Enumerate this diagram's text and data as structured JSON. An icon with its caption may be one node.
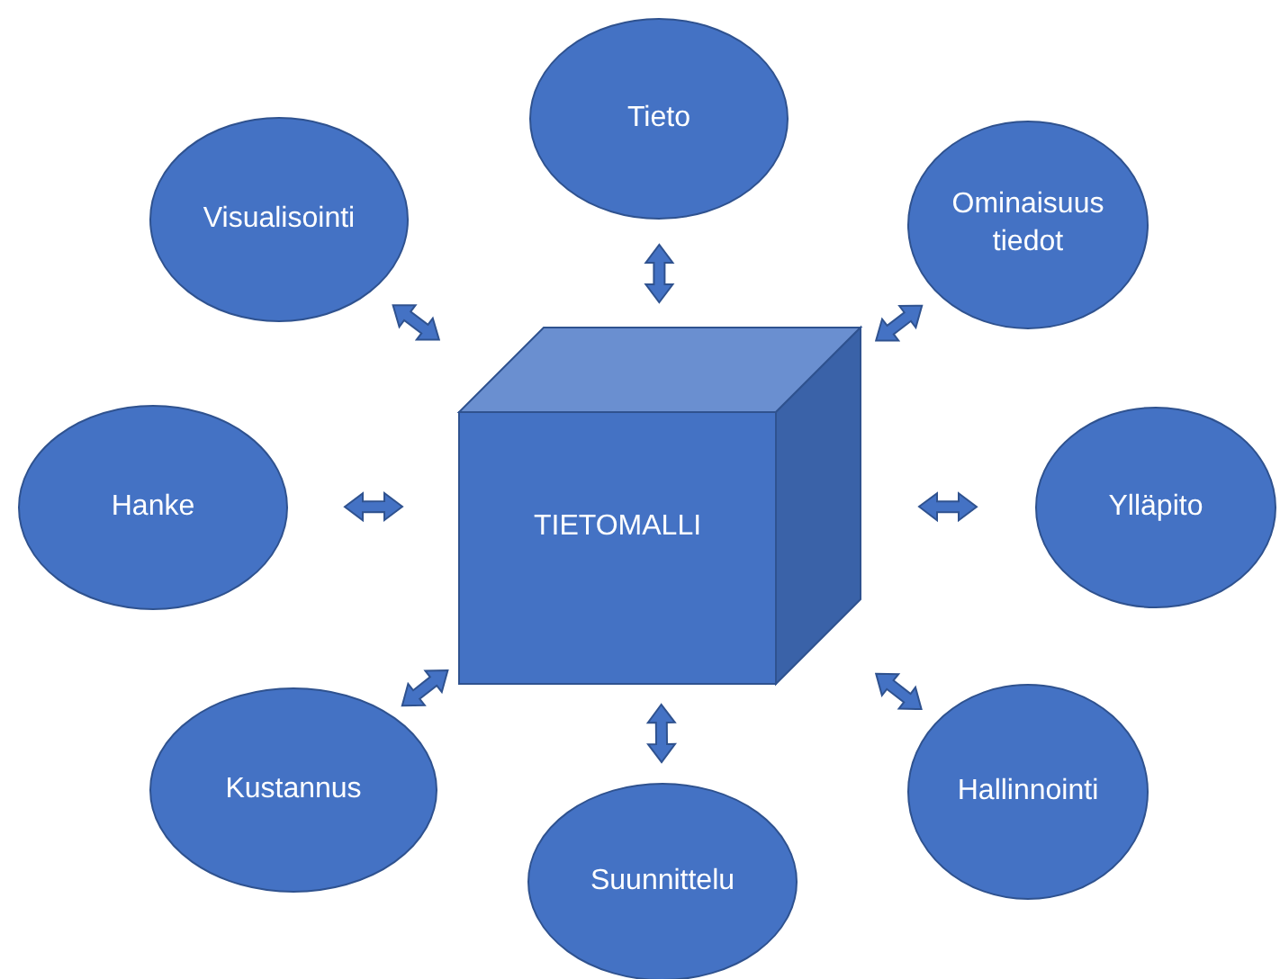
{
  "diagram": {
    "nodes": [
      {
        "text": [
          "TIETOMALLI"
        ]
      },
      {
        "text": [
          "Tieto"
        ]
      },
      {
        "text": [
          "Visualisointi"
        ]
      },
      {
        "text": [
          "Ominaisuus tiedot"
        ]
      },
      {
        "text": [
          "Hanke"
        ]
      },
      {
        "text": [
          "Ylläpito"
        ]
      },
      {
        "text": [
          "Kustannus"
        ]
      },
      {
        "text": [
          "Suunnittelu"
        ]
      },
      {
        "text": [
          "Hallinnointi"
        ]
      }
    ],
    "edges": [
      {
        "from": 0,
        "to": 1,
        "arrow": "both"
      },
      {
        "from": 0,
        "to": 2,
        "arrow": "both"
      },
      {
        "from": 0,
        "to": 3,
        "arrow": "both"
      },
      {
        "from": 0,
        "to": 4,
        "arrow": "both"
      },
      {
        "from": 0,
        "to": 5,
        "arrow": "both"
      },
      {
        "from": 0,
        "to": 6,
        "arrow": "both"
      },
      {
        "from": 0,
        "to": 7,
        "arrow": "both"
      },
      {
        "from": 0,
        "to": 8,
        "arrow": "both"
      }
    ]
  }
}
